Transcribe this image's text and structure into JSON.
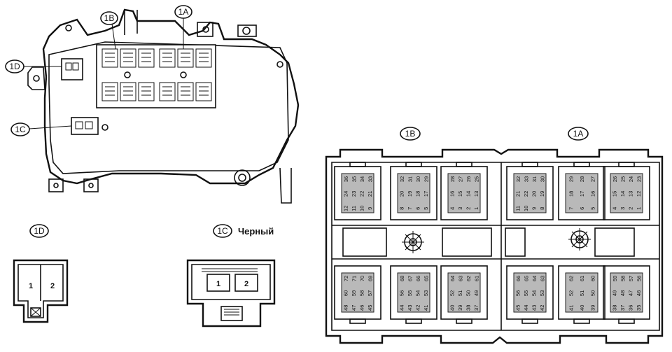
{
  "callouts": {
    "c1A": "1A",
    "c1B": "1B",
    "c1C": "1C",
    "c1D": "1D"
  },
  "detail": {
    "d1D_label": "1D",
    "d1C_label": "1C",
    "d1C_color": "Черный",
    "d1D_pins": [
      "1",
      "2"
    ],
    "d1C_pins": [
      "1",
      "2"
    ]
  },
  "panel": {
    "label_1B": "1B",
    "label_1A": "1A"
  },
  "connectors_1B": {
    "top": [
      {
        "rows": [
          [
            "36",
            "24",
            "12"
          ],
          [
            "35",
            "23",
            "11"
          ],
          [
            "34",
            "22",
            "10"
          ],
          [
            "33",
            "21",
            "9"
          ]
        ]
      },
      {
        "rows": [
          [
            "32",
            "20",
            "8"
          ],
          [
            "31",
            "19",
            "7"
          ],
          [
            "30",
            "18",
            "6"
          ],
          [
            "29",
            "17",
            "5"
          ]
        ]
      },
      {
        "rows": [
          [
            "28",
            "16",
            "4"
          ],
          [
            "27",
            "15",
            "3"
          ],
          [
            "26",
            "14",
            "2"
          ],
          [
            "25",
            "13",
            "1"
          ]
        ]
      }
    ],
    "bottom": [
      {
        "rows": [
          [
            "72",
            "60",
            "48"
          ],
          [
            "71",
            "59",
            "47"
          ],
          [
            "70",
            "58",
            "46"
          ],
          [
            "69",
            "57",
            "45"
          ]
        ]
      },
      {
        "rows": [
          [
            "68",
            "56",
            "44"
          ],
          [
            "67",
            "55",
            "43"
          ],
          [
            "66",
            "54",
            "42"
          ],
          [
            "65",
            "53",
            "41"
          ]
        ]
      },
      {
        "rows": [
          [
            "64",
            "52",
            "40"
          ],
          [
            "63",
            "51",
            "39"
          ],
          [
            "62",
            "50",
            "38"
          ],
          [
            "61",
            "49",
            "37"
          ]
        ]
      }
    ]
  },
  "connectors_1A": {
    "top": [
      {
        "rows": [
          [
            "32",
            "21",
            "11"
          ],
          [
            "33",
            "22",
            "10"
          ],
          [
            "31",
            "20",
            "9"
          ],
          [
            "30",
            "19",
            "8"
          ]
        ]
      },
      {
        "rows": [
          [
            "29",
            "18",
            "7"
          ],
          [
            "28",
            "17",
            "6"
          ],
          [
            "27",
            "16",
            "5"
          ]
        ]
      },
      {
        "rows": [
          [
            "26",
            "15",
            "4"
          ],
          [
            "25",
            "14",
            "3"
          ],
          [
            "24",
            "13",
            "2"
          ],
          [
            "23",
            "12",
            "1"
          ]
        ]
      }
    ],
    "bottom": [
      {
        "rows": [
          [
            "66",
            "56",
            "45"
          ],
          [
            "65",
            "55",
            "44"
          ],
          [
            "64",
            "54",
            "43"
          ],
          [
            "63",
            "53",
            "42"
          ]
        ]
      },
      {
        "rows": [
          [
            "62",
            "52",
            "41"
          ],
          [
            "61",
            "51",
            "40"
          ],
          [
            "60",
            "50",
            "39"
          ]
        ]
      },
      {
        "rows": [
          [
            "59",
            "49",
            "38"
          ],
          [
            "58",
            "48",
            "37"
          ],
          [
            "57",
            "47",
            "36"
          ],
          [
            "56",
            "46",
            "35"
          ]
        ]
      }
    ]
  }
}
